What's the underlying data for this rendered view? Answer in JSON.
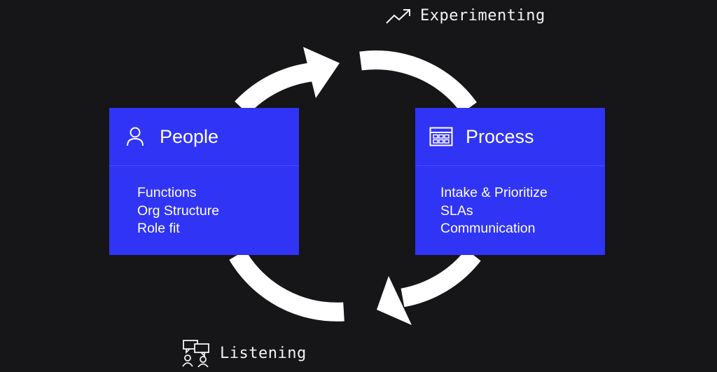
{
  "stages": {
    "top": {
      "label": "Experimenting",
      "icon": "trending-up-icon"
    },
    "bottom": {
      "label": "Listening",
      "icon": "conversation-icon"
    }
  },
  "cards": {
    "people": {
      "title": "People",
      "icon": "person-icon",
      "items": [
        "Functions",
        "Org Structure",
        "Role fit"
      ]
    },
    "process": {
      "title": "Process",
      "icon": "calendar-grid-icon",
      "items": [
        "Intake & Prioritize",
        "SLAs",
        "Communication"
      ]
    }
  },
  "colors": {
    "background": "#161517",
    "card": "#3034f5",
    "arrow": "#ffffff",
    "text": "#ffffff"
  }
}
